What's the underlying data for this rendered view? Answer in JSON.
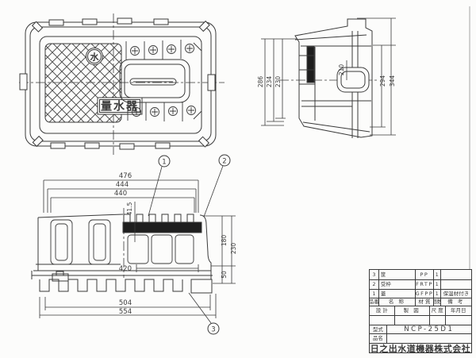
{
  "drawing": {
    "plan_view": {
      "meter_symbol": "水",
      "lid_label": "量水器"
    },
    "side_view": {
      "dims": {
        "d286": "286",
        "d234": "234",
        "d230": "230",
        "d210": "210",
        "d294": "294",
        "d344": "344"
      }
    },
    "front_view": {
      "dims": {
        "w476": "476",
        "w444": "444",
        "w440": "440",
        "t41_5": "41.5",
        "w420": "420",
        "h180": "180",
        "h230": "230",
        "h50": "50",
        "w504": "504",
        "w554": "554"
      },
      "balloons": {
        "b1": "1",
        "b2": "2",
        "b3": "3"
      }
    },
    "title_block": {
      "parts": [
        {
          "no": "3",
          "name": "筐",
          "material": "PP",
          "qty": "1",
          "remark": ""
        },
        {
          "no": "2",
          "name": "受枠",
          "material": "FRTP",
          "qty": "1",
          "remark": ""
        },
        {
          "no": "1",
          "name": "蓋",
          "material": "GFPP",
          "qty": "1",
          "remark": "保温材付き"
        }
      ],
      "header": {
        "no": "品番",
        "name": "名 称",
        "material": "材 質",
        "qty": "個数",
        "remark": "備 考"
      },
      "approval": {
        "design": "設 計",
        "draft": "製 図",
        "scale": "尺 度",
        "date": "年月日"
      },
      "model_label": "型式",
      "model_value": "NCP-25D1",
      "product_label": "品名",
      "product_value": "",
      "company": "日之出水道機器株式会社"
    },
    "colors": {
      "ink": "#3a3a3a",
      "paper": "#fcfcfb",
      "dark_fill": "#1e1e1e"
    }
  }
}
